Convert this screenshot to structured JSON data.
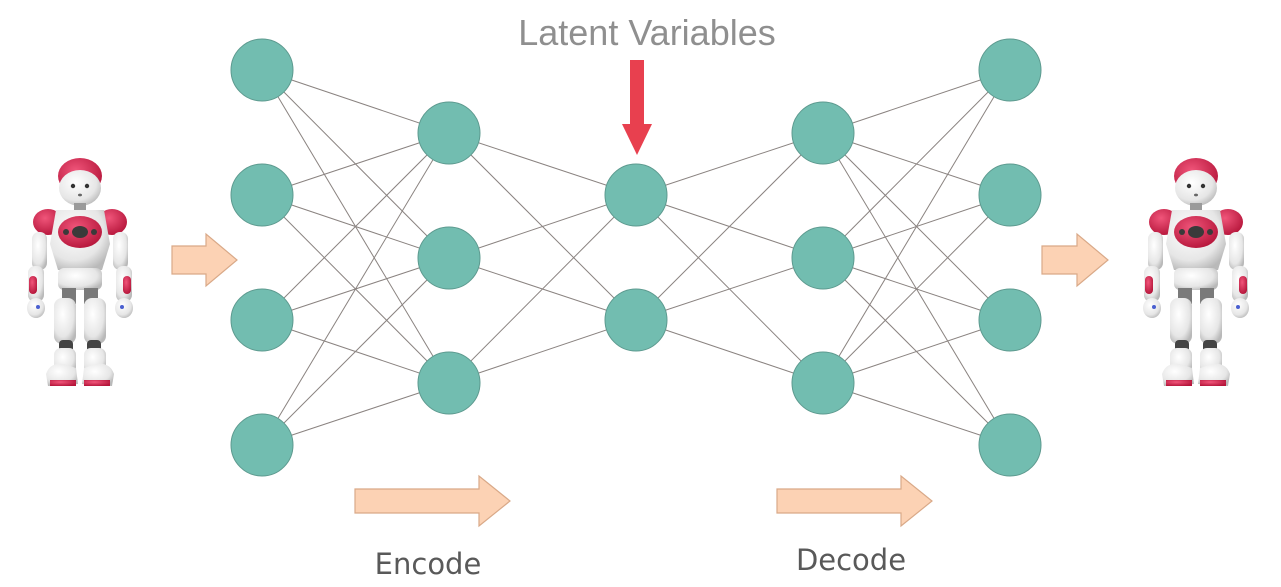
{
  "title": "Latent Variables",
  "labels": {
    "encode": "Encode",
    "decode": "Decode"
  },
  "layers": [
    {
      "name": "input",
      "nodes": 4
    },
    {
      "name": "hidden-encoder",
      "nodes": 3
    },
    {
      "name": "latent",
      "nodes": 2
    },
    {
      "name": "hidden-decoder",
      "nodes": 3
    },
    {
      "name": "output",
      "nodes": 4
    }
  ],
  "images": {
    "input": "robot",
    "output": "robot"
  },
  "icons": {
    "latent_pointer": "down-arrow-icon",
    "flow_arrows": "right-arrow-icon"
  },
  "colors": {
    "node_fill": "#72bdb0",
    "node_stroke": "#5d9a8f",
    "edge": "#8a8380",
    "flow_arrow_fill": "#fcd2b4",
    "flow_arrow_stroke": "#d9a988",
    "latent_arrow": "#e8404f",
    "title_text": "#8f8f8f",
    "label_text": "#595959",
    "robot_red": "#d9234a",
    "robot_white": "#eeeeee"
  }
}
